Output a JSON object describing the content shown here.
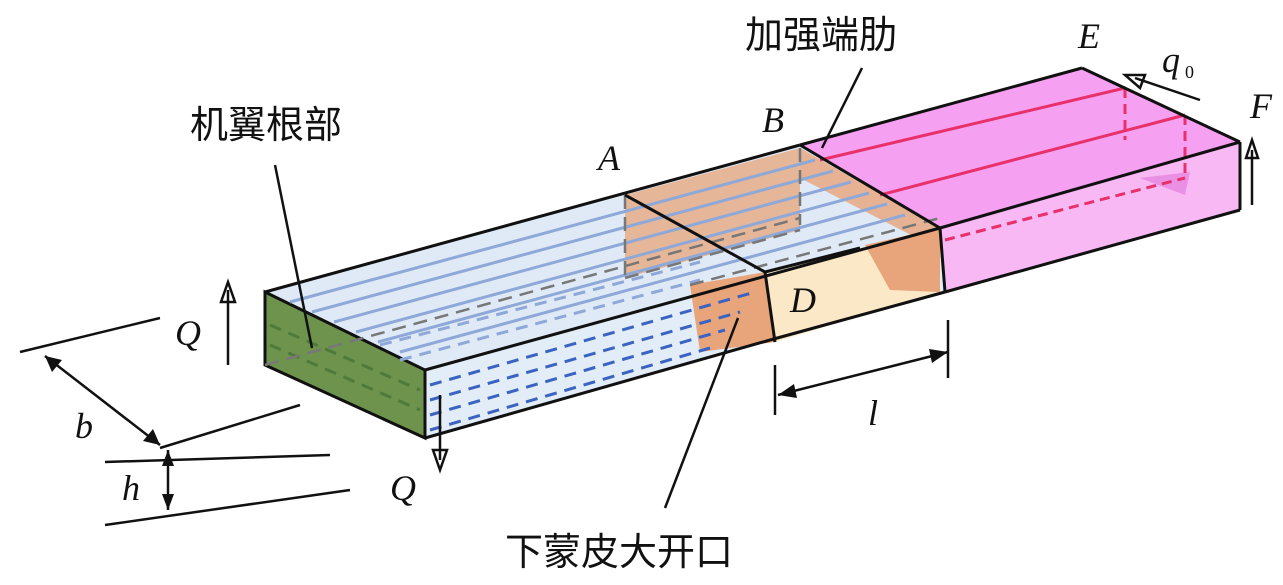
{
  "labels": {
    "wing_root": "机翼根部",
    "end_rib": "加强端肋",
    "cutout": "下蒙皮大开口"
  },
  "points": {
    "A": "A",
    "B": "B",
    "D": "D",
    "E": "E",
    "F": "F"
  },
  "symbols": {
    "Q_top": "Q",
    "Q_bottom": "Q",
    "q0": "q",
    "q0_sub": "0",
    "l": "l",
    "b": "b",
    "h": "h"
  },
  "colors": {
    "root_face": "#6b8f4a",
    "wing_body": "#dbe8f5",
    "stringer_solid": "#8fa8d8",
    "stringer_dashed": "#3a63c2",
    "rib_orange": "#e9a77a",
    "cutout_region": "#fbe7c7",
    "tip_pink": "#f59af2",
    "tip_line": "#e8306a"
  }
}
